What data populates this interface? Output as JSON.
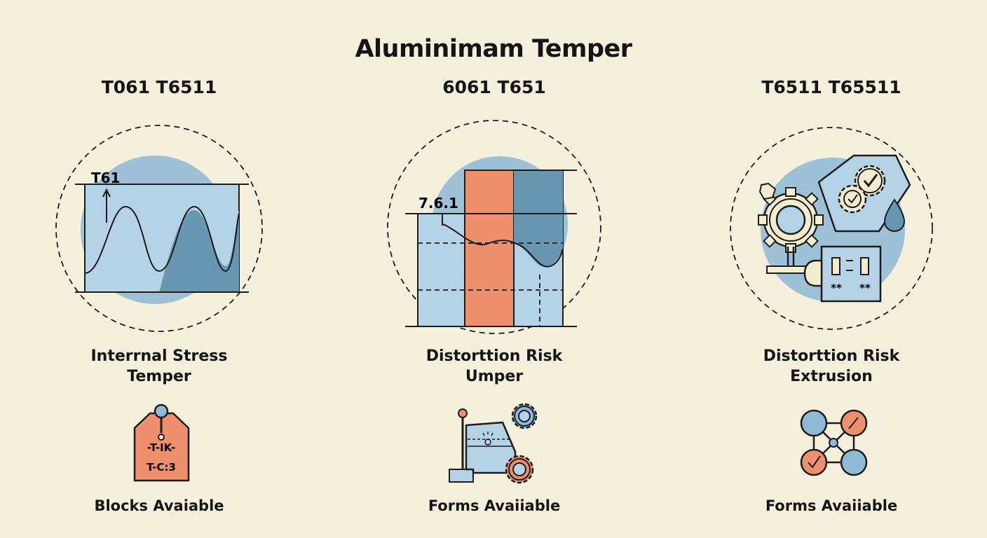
{
  "title": "Aluminimam Temper",
  "columns": [
    {
      "heading": "T061 T6511",
      "chart_label": "T61",
      "caption_line1": "Interrnal Stress",
      "caption_line2": "Temper",
      "tag_line1": "-T-IK-",
      "tag_line2": "T-C:3",
      "footer": "Blocks Avaiable"
    },
    {
      "heading": "6061 T651",
      "chart_label": "7.6.1",
      "caption_line1": "Distorttion Risk",
      "caption_line2": "Umper",
      "footer": "Forms Avaiiable"
    },
    {
      "heading": "T6511 T65511",
      "panel_marks": "**",
      "caption_line1": "Distorttion Risk",
      "caption_line2": "Extrusion",
      "footer": "Forms Avaiiable"
    }
  ],
  "colors": {
    "background": "#f5f0dc",
    "light_blue": "#b5d3e6",
    "mid_blue": "#8fb9d6",
    "dark_blue": "#6797b1",
    "orange": "#ee8f6e",
    "cream": "#f3eccf",
    "outline": "#1c1c1c"
  }
}
